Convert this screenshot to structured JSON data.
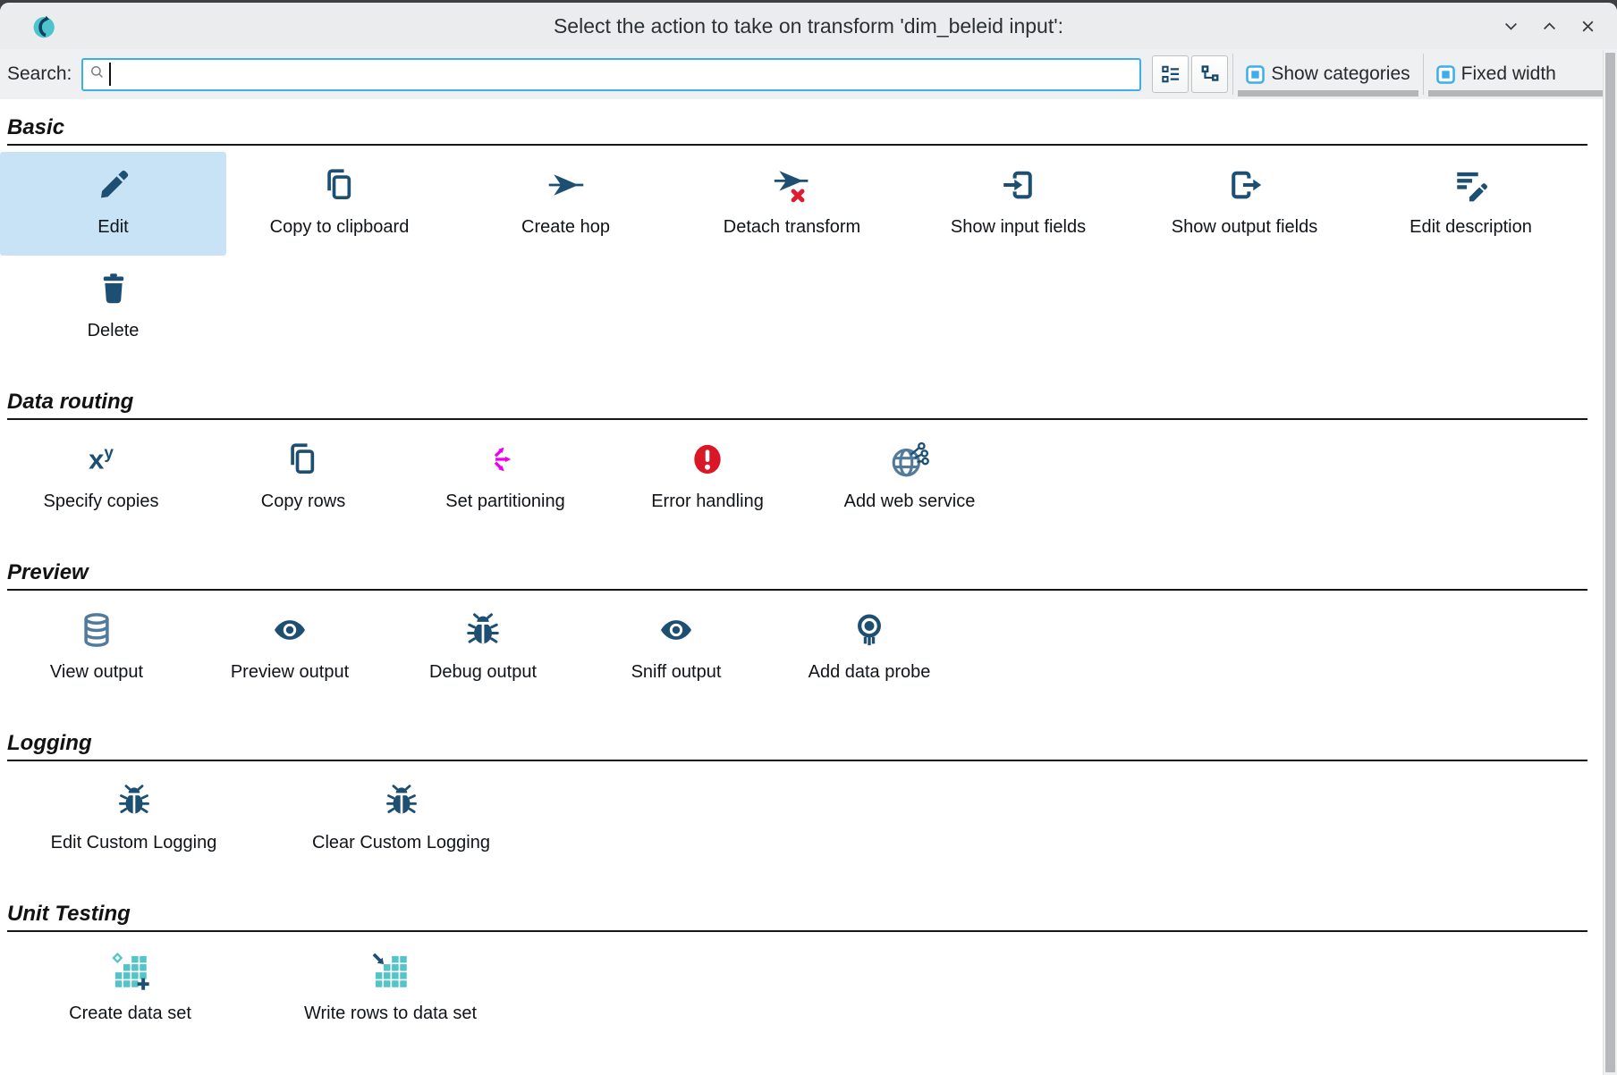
{
  "titlebar": {
    "title": "Select the action to take on transform 'dim_beleid input':"
  },
  "toolbar": {
    "search_label": "Search:",
    "search_value": "",
    "checkboxes": [
      {
        "label": "Show categories",
        "checked": true
      },
      {
        "label": "Fixed width",
        "checked": true
      }
    ]
  },
  "selected_action": "Edit",
  "sections": [
    {
      "title": "Basic",
      "items": [
        {
          "label": "Edit",
          "selected": true
        },
        {
          "label": "Copy to clipboard"
        },
        {
          "label": "Create hop"
        },
        {
          "label": "Detach transform"
        },
        {
          "label": "Show input fields"
        },
        {
          "label": "Show output fields"
        },
        {
          "label": "Edit description"
        },
        {
          "label": "Delete"
        }
      ]
    },
    {
      "title": "Data routing",
      "items": [
        {
          "label": "Specify copies"
        },
        {
          "label": "Copy rows"
        },
        {
          "label": "Set partitioning"
        },
        {
          "label": "Error handling"
        },
        {
          "label": "Add web service"
        }
      ]
    },
    {
      "title": "Preview",
      "items": [
        {
          "label": "View output"
        },
        {
          "label": "Preview output"
        },
        {
          "label": "Debug output"
        },
        {
          "label": "Sniff output"
        },
        {
          "label": "Add data probe"
        }
      ]
    },
    {
      "title": "Logging",
      "items": [
        {
          "label": "Edit Custom Logging"
        },
        {
          "label": "Clear Custom Logging"
        }
      ]
    },
    {
      "title": "Unit Testing",
      "items": [
        {
          "label": "Create data set"
        },
        {
          "label": "Write rows to data set"
        }
      ]
    }
  ],
  "icon_glyphs": {
    "specify_copies_base": "x",
    "specify_copies_sup": "y"
  },
  "colors": {
    "accent": "#3daee9",
    "selection": "#c9e3f6",
    "icon_navy": "#1d4f72",
    "icon_steel": "#527a9c",
    "icon_teal": "#55c4c8",
    "icon_magenta": "#ee00ee",
    "icon_red": "#da1727",
    "titlebar_bg": "#ebeced",
    "toolbar_bg": "#eff0f1"
  }
}
